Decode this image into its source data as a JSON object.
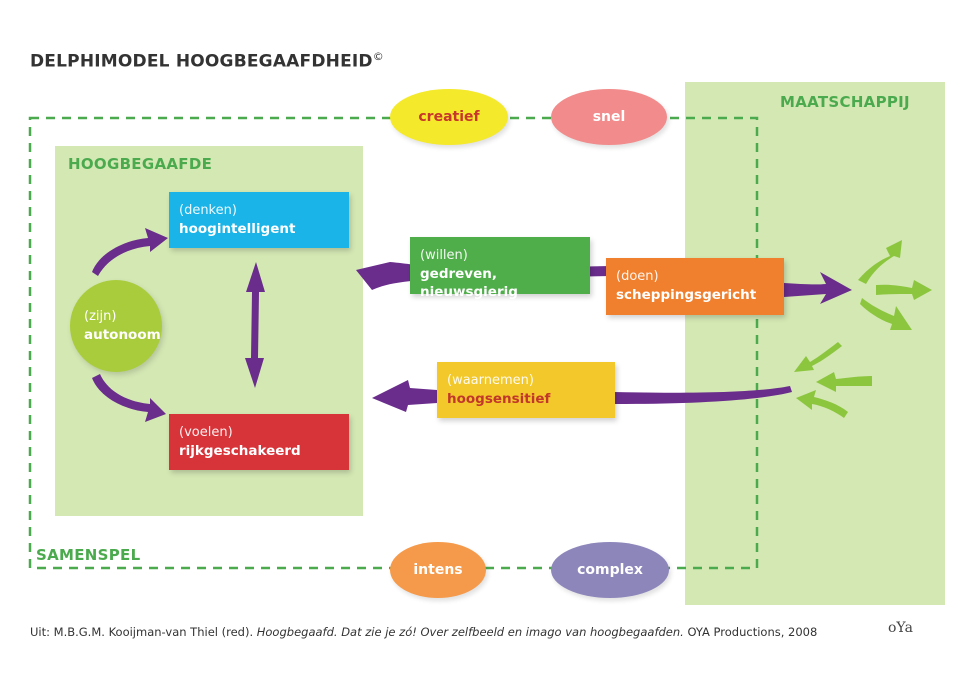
{
  "title": {
    "text": "DELPHIMODEL HOOGBEGAAFDHEID",
    "mark": "©"
  },
  "panels": {
    "hoogbegaafde": "HOOGBEGAAFDE",
    "maatschappij": "MAATSCHAPPIJ",
    "samenspel": "SAMENSPEL"
  },
  "nodes": {
    "zijn": {
      "sub": "(zijn)",
      "main": "autonoom",
      "color": "#a9cc3c"
    },
    "denken": {
      "sub": "(denken)",
      "main": "hoogintelligent",
      "color": "#1ab4e8"
    },
    "voelen": {
      "sub": "(voelen)",
      "main": "rijkgeschakeerd",
      "color": "#d7343a"
    },
    "willen": {
      "sub": "(willen)",
      "main": "gedreven, nieuwsgierig",
      "color": "#4fae4a"
    },
    "doen": {
      "sub": "(doen)",
      "main": "scheppingsgericht",
      "color": "#f07f2e"
    },
    "waarnemen": {
      "sub": "(waarnemen)",
      "main": "hoogsensitief",
      "color": "#f2c82a",
      "main_color": "#c2372b"
    }
  },
  "traits": [
    {
      "label": "creatief",
      "color": "#f4e92a",
      "text_color": "#c8372d"
    },
    {
      "label": "snel",
      "color": "#f28b8b",
      "text_color": "#ffffff"
    },
    {
      "label": "intens",
      "color": "#f59a4a",
      "text_color": "#ffffff"
    },
    {
      "label": "complex",
      "color": "#8d86bb",
      "text_color": "#ffffff"
    }
  ],
  "colors": {
    "arrow": "#6a2d8c",
    "society_arrow": "#8cc63f",
    "panel": "#d4e8b4",
    "dash": "#4caa4e"
  },
  "footer": {
    "prefix": "Uit: M.B.G.M. Kooijman-van Thiel (red). ",
    "book": "Hoogbegaafd. Dat zie je zó! Over zelfbeeld en imago van hoogbegaafden.",
    "suffix": " OYA Productions, 2008",
    "logo": "oYa"
  }
}
